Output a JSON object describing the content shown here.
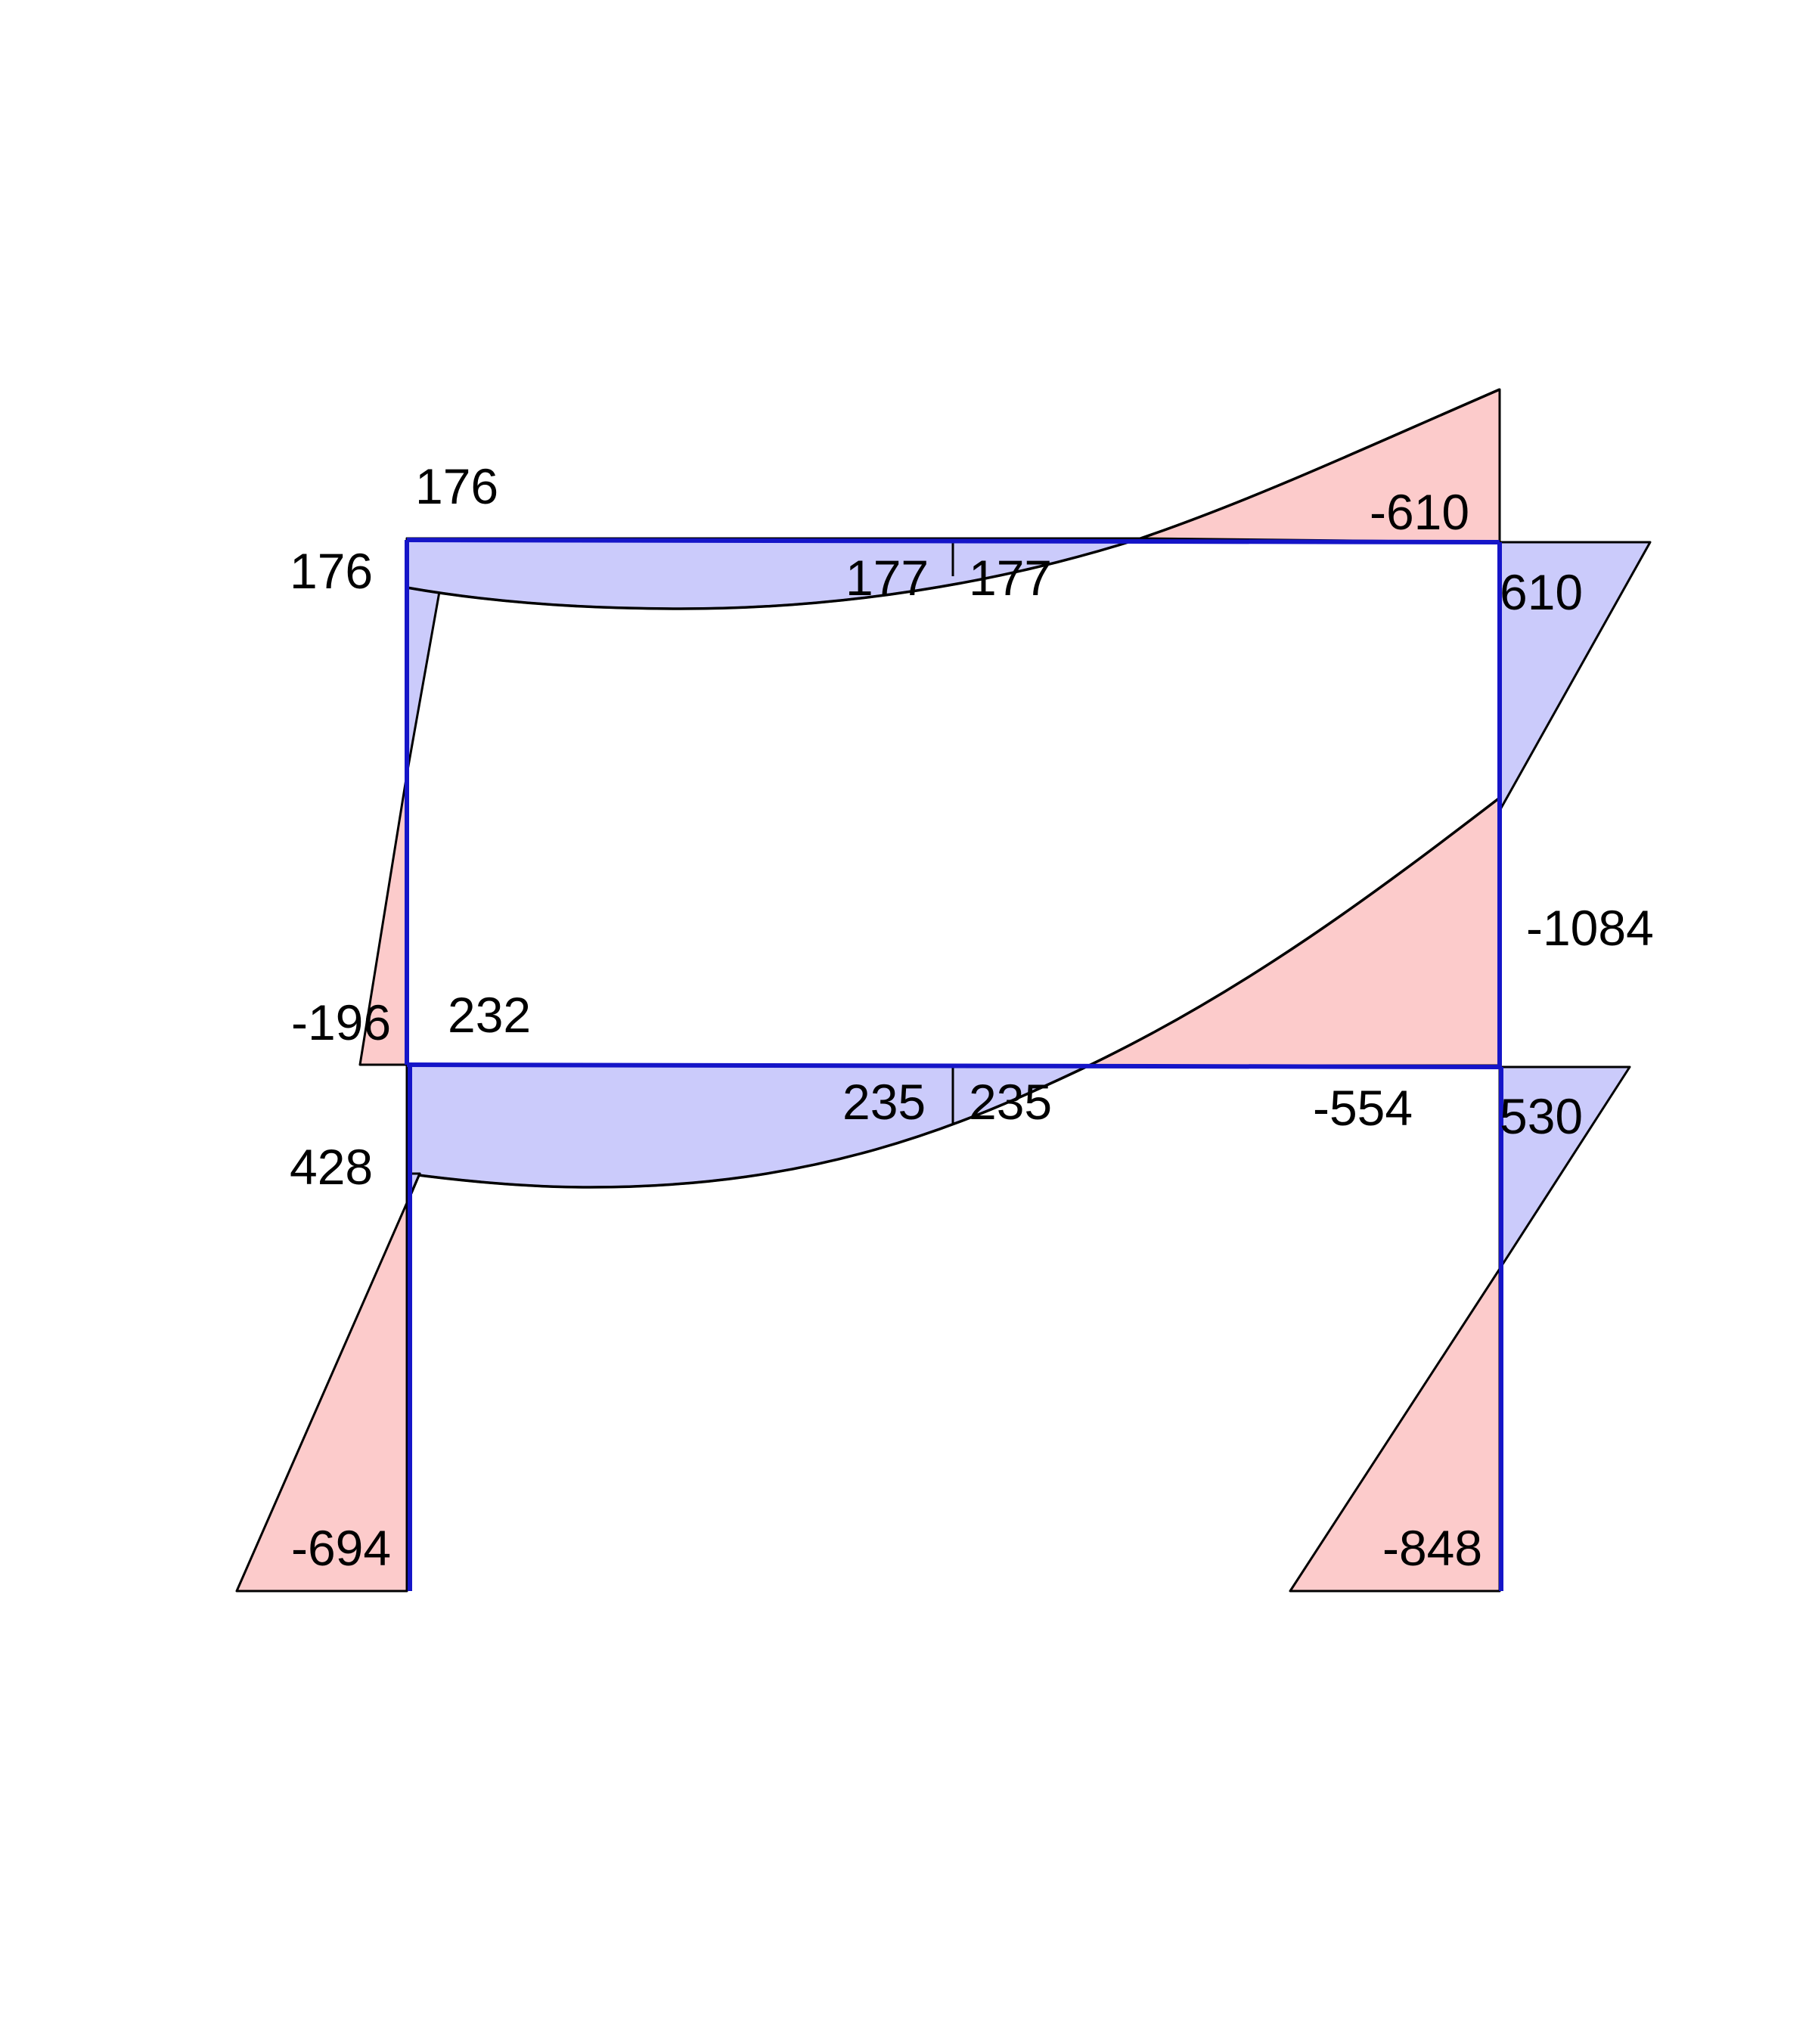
{
  "diagram": {
    "colors": {
      "negative_fill": "#fccbcb",
      "positive_fill": "#cbcbfb",
      "frame_member": "#1515c8",
      "outline": "#000000"
    },
    "labels": {
      "top_beam_left_upper": "176",
      "top_beam_left_end": "176",
      "top_beam_mid_left": "177",
      "top_beam_mid_right": "177",
      "top_beam_right_end": "-610",
      "right_upper_column_top": "610",
      "right_upper_column_bottom": "-1084",
      "left_upper_column_bottom": "-196",
      "bottom_beam_left_end": "232",
      "bottom_beam_mid_left": "235",
      "bottom_beam_mid_right": "235",
      "bottom_beam_right_end": "-554",
      "right_lower_column_top": "530",
      "left_lower_column_top": "428",
      "left_lower_column_base": "-694",
      "right_lower_column_base": "-848"
    }
  }
}
